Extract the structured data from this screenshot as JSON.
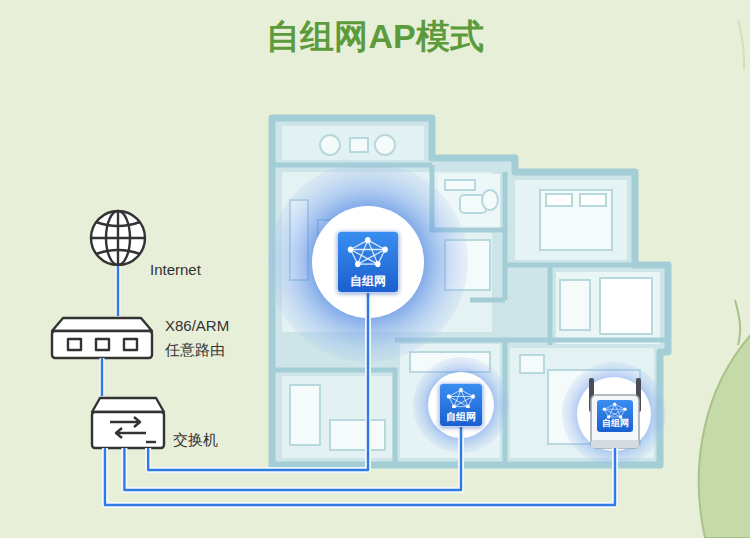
{
  "diagram": {
    "title": "自组网AP模式",
    "nodes": [
      {
        "text": [
          "Internet"
        ]
      },
      {
        "text": [
          "X86/ARM 任意路由"
        ]
      },
      {
        "text": [
          "交换机"
        ]
      },
      {
        "text": [
          "自组网"
        ]
      },
      {
        "text": [
          "自组网"
        ]
      },
      {
        "text": [
          "自组网"
        ]
      }
    ],
    "edges": [
      {
        "from": 0,
        "to": 1,
        "arrow": "none"
      },
      {
        "from": 1,
        "to": 2,
        "arrow": "none"
      },
      {
        "from": 2,
        "to": 3,
        "arrow": "none"
      },
      {
        "from": 2,
        "to": 4,
        "arrow": "none"
      },
      {
        "from": 2,
        "to": 5,
        "arrow": "none"
      }
    ]
  }
}
